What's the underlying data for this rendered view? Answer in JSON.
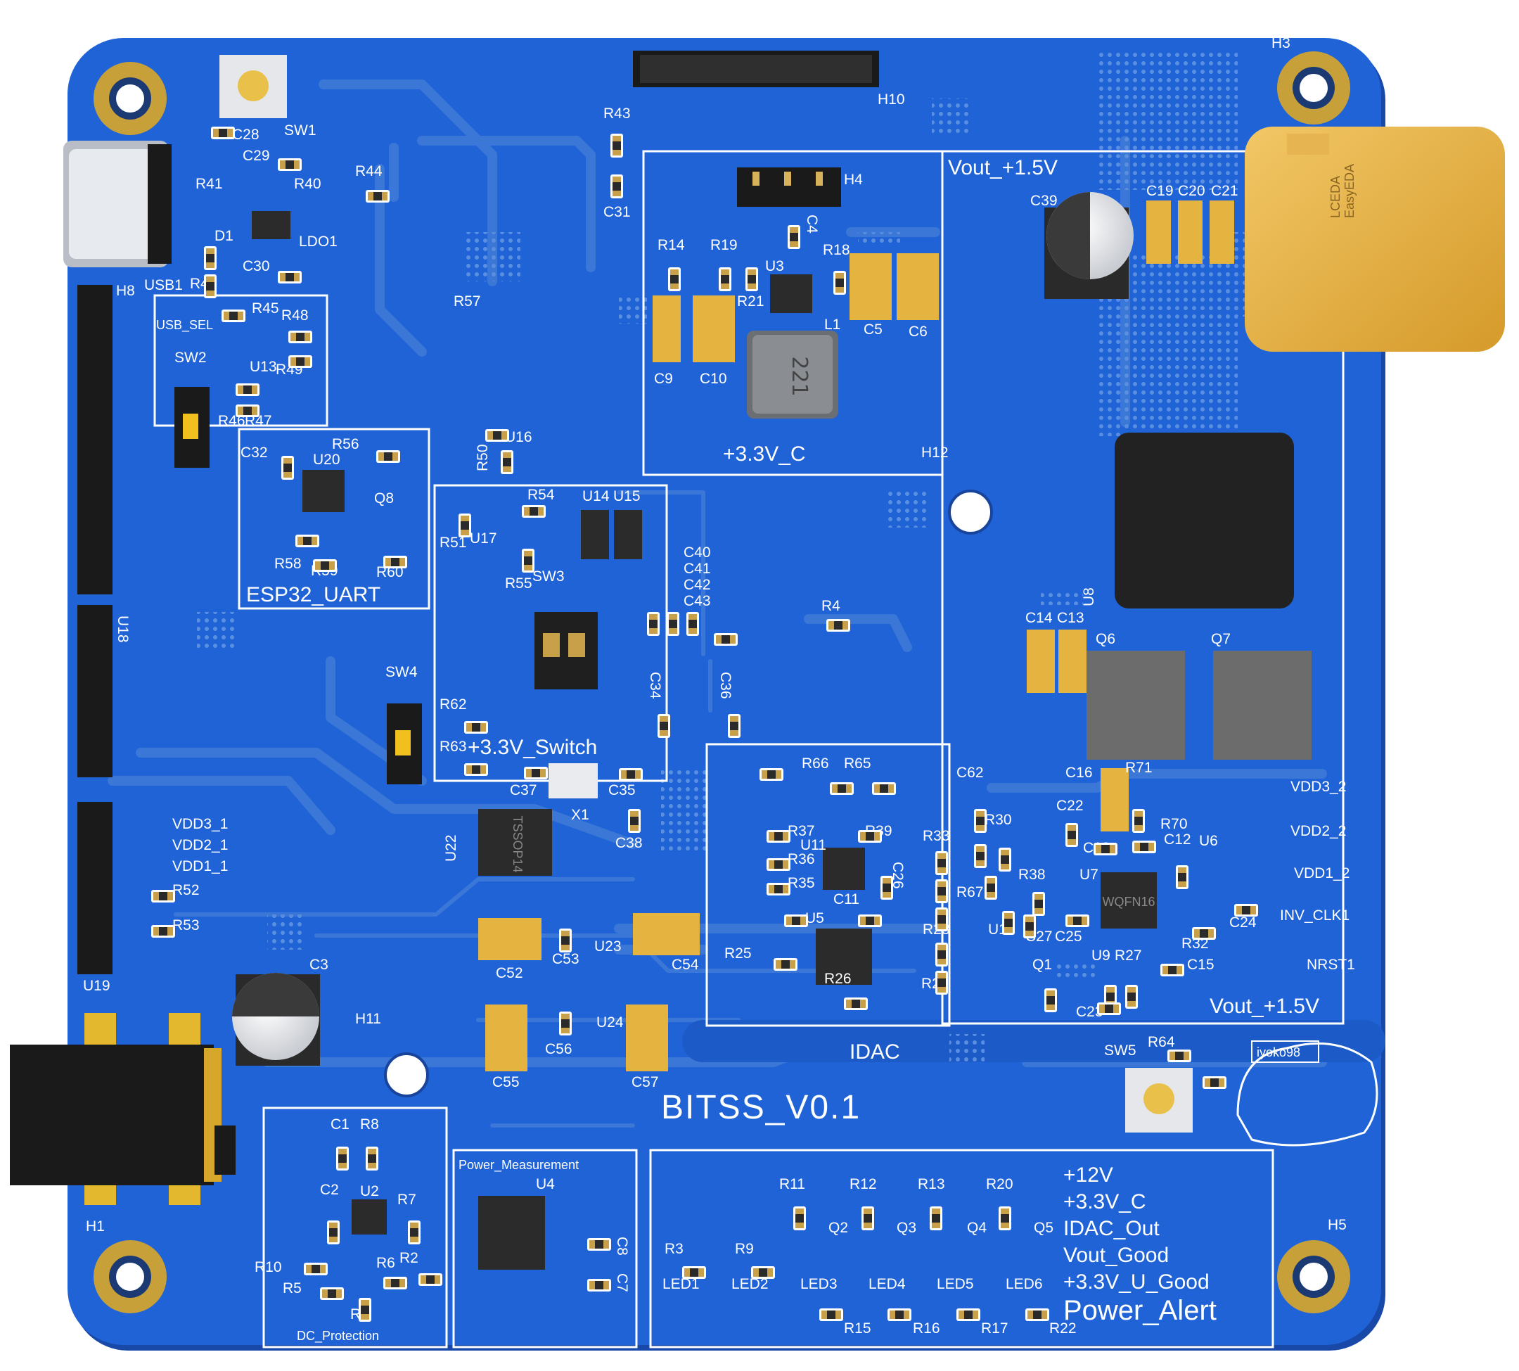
{
  "board": {
    "name": "BITSS_V0.1",
    "colors": {
      "pcb": "#1f63d6",
      "silk": "#ffffff",
      "pad": "#c9a04a",
      "ic": "#2b2b2b"
    }
  },
  "sections": {
    "esp32_uart": "ESP32_UART",
    "usb_sel": "USB_SEL",
    "switch_33": "+3.3V_Switch",
    "buck_33": "+3.3V_C",
    "vout_top": "Vout_+1.5V",
    "vout_bottom": "Vout_+1.5V",
    "idac": "IDAC",
    "dc_protection": "DC_Protection",
    "power_measurement": "Power_Measurement"
  },
  "led_legend": [
    "+12V",
    "+3.3V_C",
    "IDAC_Out",
    "Vout_Good",
    "+3.3V_U_Good",
    "Power_Alert"
  ],
  "test_points": {
    "left": [
      "VDD3_1",
      "VDD2_1",
      "VDD1_1"
    ],
    "right": [
      "VDD3_2",
      "VDD2_2",
      "VDD1_2",
      "INV_CLK1",
      "NRST1"
    ]
  },
  "inductor_marking": "221",
  "logo_text": "iyoko98",
  "connector_logo": [
    "LCEDA",
    "EasyEDA"
  ],
  "ic_markings": {
    "u22": "TSSOP14",
    "u7": "WQFN16"
  },
  "designators": {
    "H3": "H3",
    "H10": "H10",
    "H4": "H4",
    "H12": "H12",
    "H8": "H8",
    "H1": "H1",
    "H11": "H11",
    "H5": "H5",
    "U18": "U18",
    "U19": "U19",
    "U8": "U8",
    "SW1": "SW1",
    "SW2": "SW2",
    "SW3": "SW3",
    "SW4": "SW4",
    "SW5": "SW5",
    "C28": "C28",
    "C29": "C29",
    "C30": "C30",
    "C31": "C31",
    "C32": "C32",
    "R41": "R41",
    "R40": "R40",
    "R42": "R42",
    "R44": "R44",
    "R43": "R43",
    "D1": "D1",
    "LDO1": "LDO1",
    "USB1": "USB1",
    "R45": "R45",
    "R48": "R48",
    "R49": "R49",
    "U13": "U13",
    "R46": "R46",
    "R47": "R47",
    "R56": "R56",
    "U20": "U20",
    "Q8": "Q8",
    "R58": "R58",
    "R59": "R59",
    "R60": "R60",
    "R57": "R57",
    "U16": "U16",
    "R50": "R50",
    "R54": "R54",
    "U14": "U14",
    "U15": "U15",
    "R51": "R51",
    "U17": "U17",
    "R55": "R55",
    "C40": "C40",
    "C41": "C41",
    "C42": "C42",
    "C43": "C43",
    "R4": "R4",
    "C34": "C34",
    "C36": "C36",
    "R62": "R62",
    "R63": "R63",
    "C37": "C37",
    "C35": "C35",
    "X1": "X1",
    "C38": "C38",
    "C4": "C4",
    "R14": "R14",
    "R19": "R19",
    "U3": "U3",
    "R18": "R18",
    "R21": "R21",
    "C5": "C5",
    "C6": "C6",
    "L1": "L1",
    "C9": "C9",
    "C10": "C10",
    "C39": "C39",
    "C19": "C19",
    "C20": "C20",
    "C21": "C21",
    "C14": "C14",
    "C13": "C13",
    "Q6": "Q6",
    "Q7": "Q7",
    "C62": "C62",
    "R30": "R30",
    "R67": "R67",
    "C16": "C16",
    "R71": "R71",
    "C22": "C22",
    "C18": "C18",
    "R70": "R70",
    "C12": "C12",
    "U6": "U6",
    "R38": "R38",
    "U7": "U7",
    "U10": "U10",
    "C27": "C27",
    "C25": "C25",
    "R32": "R32",
    "C24": "C24",
    "Q1": "Q1",
    "U9": "U9",
    "R27": "R27",
    "C15": "C15",
    "C23": "C23",
    "R66": "R66",
    "R65": "R65",
    "R37": "R37",
    "U11": "U11",
    "R39": "R39",
    "R36": "R36",
    "R35": "R35",
    "C11": "C11",
    "C26": "C26",
    "R33": "R33",
    "U5": "U5",
    "R23": "R23",
    "R25": "R25",
    "R26": "R26",
    "R24": "R24",
    "U22": "U22",
    "C52": "C52",
    "C53": "C53",
    "U23": "U23",
    "C54": "C54",
    "C55": "C55",
    "C56": "C56",
    "U24": "U24",
    "C57": "C57",
    "R52": "R52",
    "R53": "R53",
    "C3": "C3",
    "C1": "C1",
    "R8": "R8",
    "C2": "C2",
    "U2": "U2",
    "R7": "R7",
    "R10": "R10",
    "R6": "R6",
    "R2": "R2",
    "R5": "R5",
    "R1": "R1",
    "U4": "U4",
    "C8": "C8",
    "C7": "C7",
    "R11": "R11",
    "R12": "R12",
    "R13": "R13",
    "R20": "R20",
    "Q2": "Q2",
    "Q3": "Q3",
    "Q4": "Q4",
    "Q5": "Q5",
    "R3": "R3",
    "R9": "R9",
    "LED1": "LED1",
    "LED2": "LED2",
    "LED3": "LED3",
    "LED4": "LED4",
    "LED5": "LED5",
    "LED6": "LED6",
    "R15": "R15",
    "R16": "R16",
    "R17": "R17",
    "R22": "R22",
    "R64": "R64"
  }
}
